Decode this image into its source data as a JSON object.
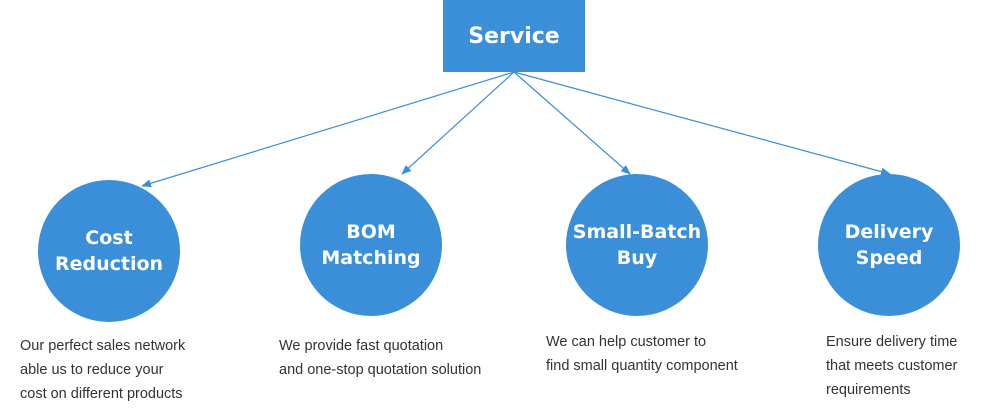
{
  "root": {
    "label": "Service"
  },
  "nodes": [
    {
      "label": "Cost\nReduction",
      "description": "Our perfect sales network\nable us to reduce your\ncost on different products"
    },
    {
      "label": "BOM\nMatching",
      "description": "We provide fast quotation\nand one-stop quotation solution"
    },
    {
      "label": "Small-Batch\nBuy",
      "description": "We can help customer to\nfind small quantity component"
    },
    {
      "label": "Delivery\nSpeed",
      "description": "Ensure delivery time\nthat meets customer\nrequirements"
    }
  ],
  "colors": {
    "accent": "#3a8fd8",
    "text": "#333333",
    "node_text": "#ffffff"
  }
}
